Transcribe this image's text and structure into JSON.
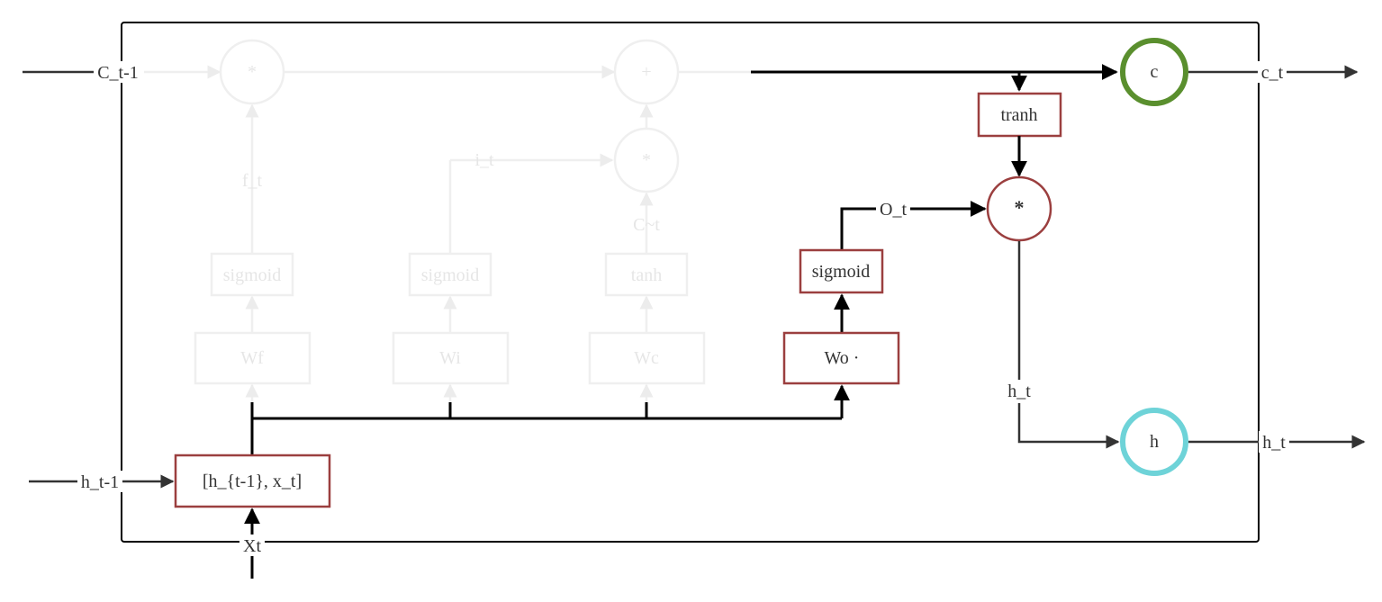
{
  "inputs": {
    "c_prev": "C_t-1",
    "h_prev": "h_t-1",
    "x": "Xt"
  },
  "outputs": {
    "c_t": "c_t",
    "h_t": "h_t"
  },
  "faded": {
    "mul1": "*",
    "add": "+",
    "mul2": "*",
    "f_t": "f_t",
    "i_t": "i_t",
    "c_tilde": "C~t",
    "sig1": "sigmoid",
    "sig2": "sigmoid",
    "tanh": "tanh",
    "w1": "Wf",
    "w2": "Wi",
    "w3": "Wc"
  },
  "nodes": {
    "concat": "[h_{t-1}, x_t]",
    "wo": "Wo ·",
    "sigmoid": "sigmoid",
    "o_t": "O_t",
    "tranh": "tranh",
    "mul": "*",
    "h_t_mid": "h_t",
    "c_node": "c",
    "h_node": "h"
  },
  "colors": {
    "box_stroke": "#9b3f3f",
    "c_node": "#5a8f2e",
    "h_node": "#6ed3d8",
    "faded": "#efefef"
  }
}
